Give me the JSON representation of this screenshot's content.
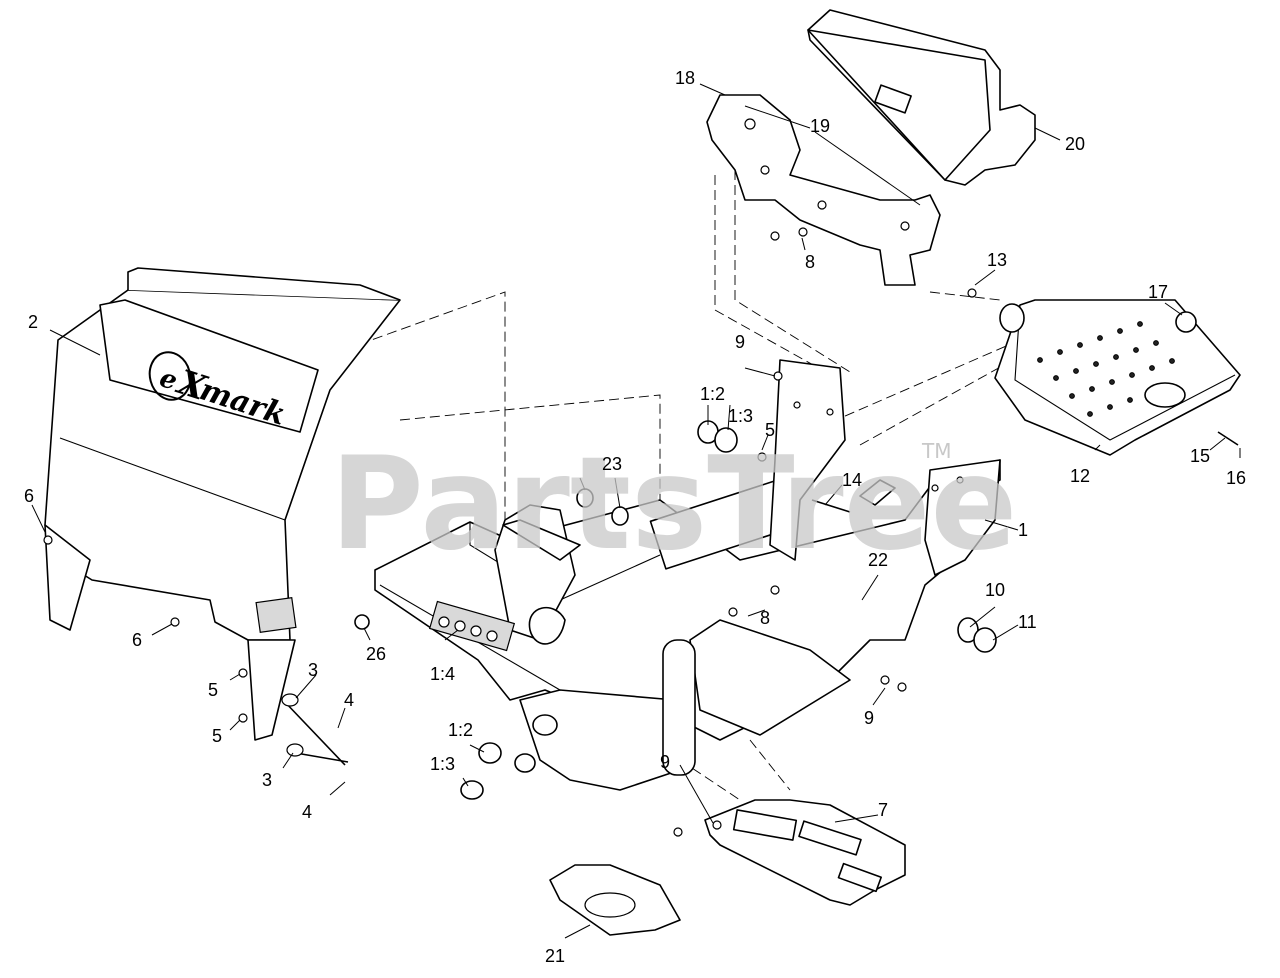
{
  "watermark": {
    "text": "PartsTree",
    "tm": "TM"
  },
  "logo": {
    "e": "e",
    "x": "X",
    "rest": "mark"
  },
  "callouts": {
    "c1": "1",
    "c1_2a": "1:2",
    "c1_3a": "1:3",
    "c1_2b": "1:2",
    "c1_3b": "1:3",
    "c1_4": "1:4",
    "c2": "2",
    "c3a": "3",
    "c3b": "3",
    "c4a": "4",
    "c4b": "4",
    "c5a": "5",
    "c5b": "5",
    "c5c": "5",
    "c6a": "6",
    "c6b": "6",
    "c7": "7",
    "c8a": "8",
    "c8b": "8",
    "c9a": "9",
    "c9b": "9",
    "c9c": "9",
    "c10": "10",
    "c11": "11",
    "c12": "12",
    "c13": "13",
    "c14": "14",
    "c15": "15",
    "c16": "16",
    "c17": "17",
    "c18": "18",
    "c19": "19",
    "c20": "20",
    "c21": "21",
    "c22": "22",
    "c23": "23",
    "c26": "26"
  }
}
